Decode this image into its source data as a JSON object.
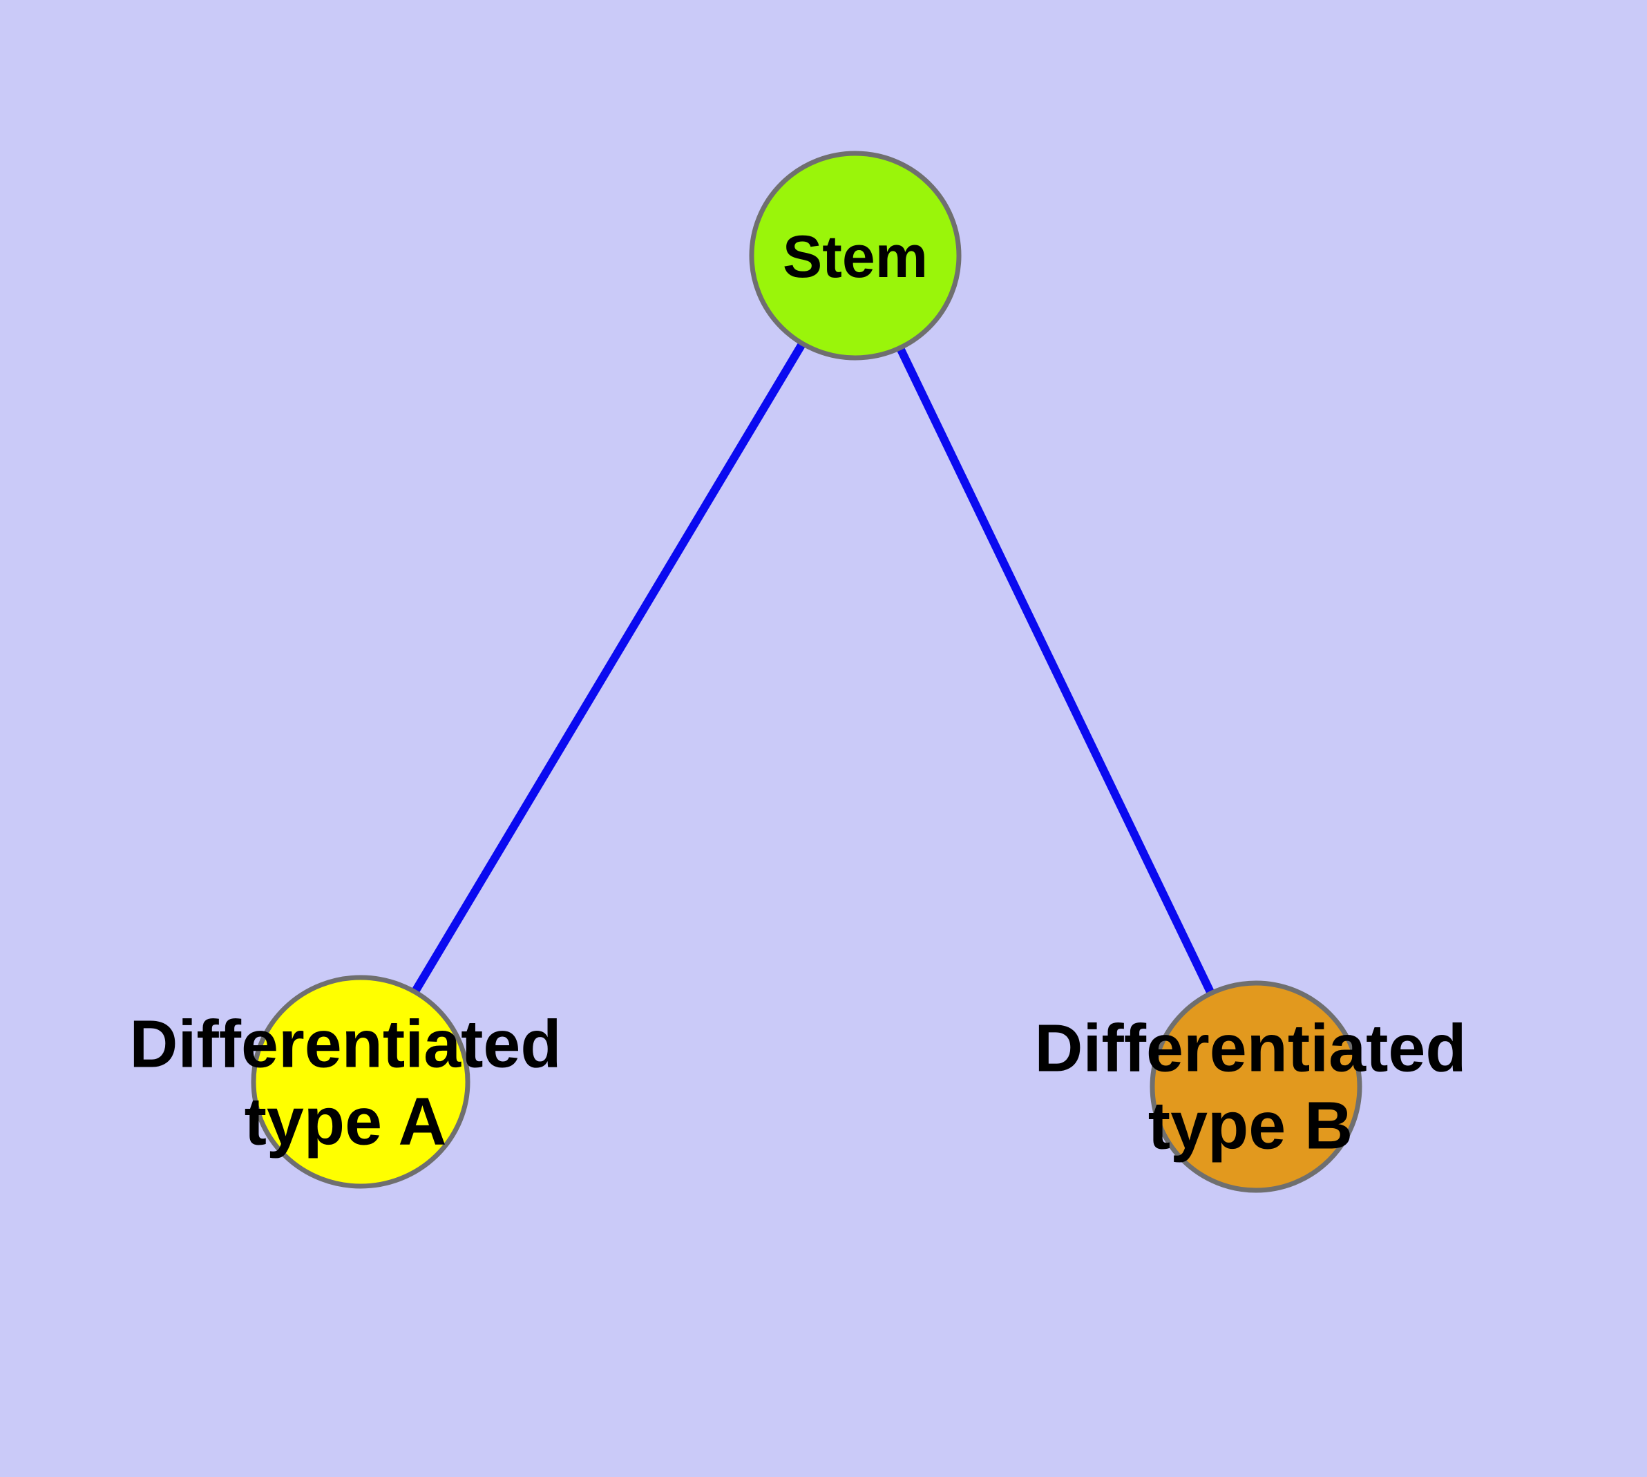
{
  "canvas": {
    "background_color": "#cacaf8"
  },
  "nodes": {
    "stem": {
      "label": "Stem",
      "fill": "#9af50a"
    },
    "type_a": {
      "label_line1": "Differentiated",
      "label_line2": "type A",
      "fill": "#ffff00"
    },
    "type_b": {
      "label_line1": "Differentiated",
      "label_line2": "type B",
      "fill": "#e2991e"
    }
  },
  "edges": {
    "color": "#0a0af0"
  },
  "node_border_color": "#6f6f6f",
  "text_color": "#000000"
}
